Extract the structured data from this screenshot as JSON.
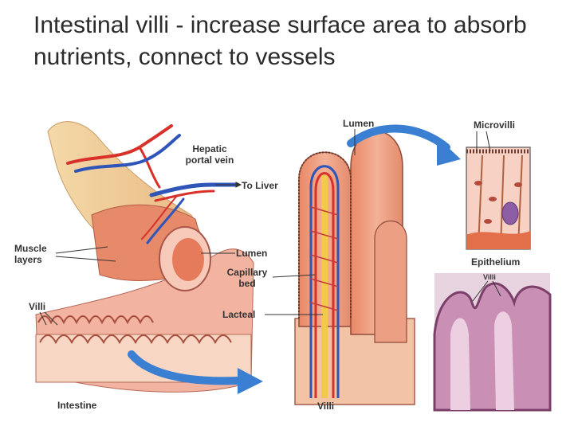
{
  "slide": {
    "title": "Intestinal villi - increase surface area to absorb nutrients, connect to vessels"
  },
  "labels": {
    "hepatic_portal_vein": "Hepatic portal vein",
    "to_liver": "To Liver",
    "muscle_layers": "Muscle layers",
    "lumen_left": "Lumen",
    "capillary_bed": "Capillary bed",
    "lacteal": "Lacteal",
    "villi_left": "Villi",
    "intestine": "Intestine",
    "villi_bottom": "Villi",
    "lumen_top": "Lumen",
    "microvilli": "Microvilli",
    "epithelium": "Epithelium",
    "villi_micrograph": "Villi"
  },
  "colors": {
    "artery": "#d8312a",
    "vein": "#2f55b8",
    "lacteal": "#f2c94a",
    "tissue": "#f0a888",
    "arrow": "#3a7fd1",
    "micrograph": "#c98fb4"
  }
}
